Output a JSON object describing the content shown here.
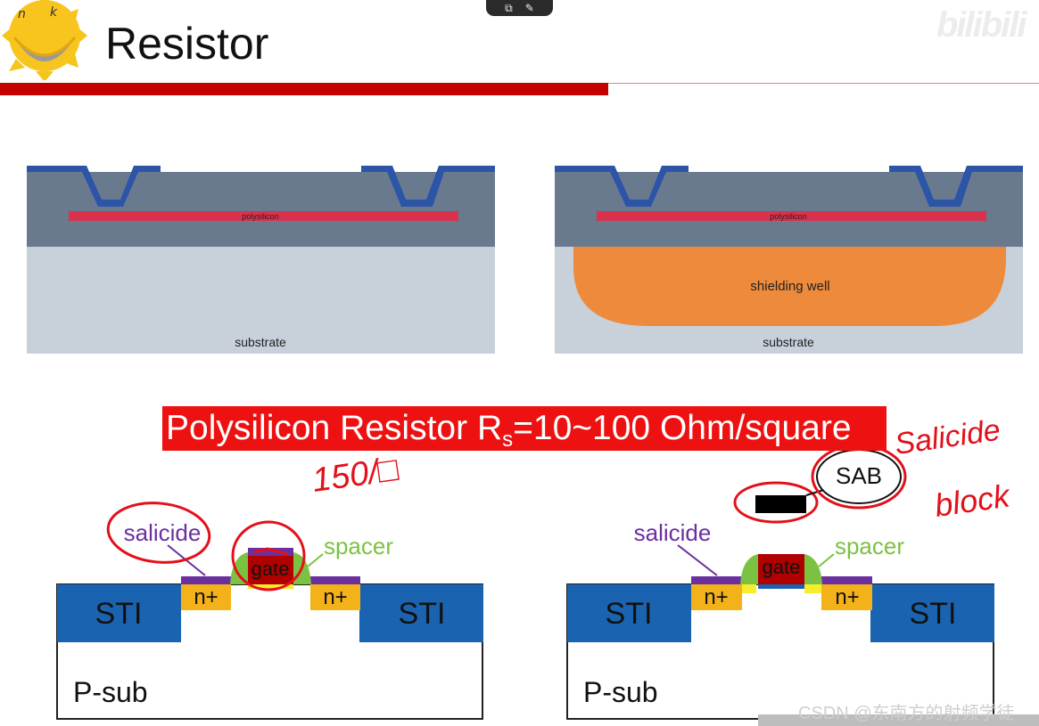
{
  "header": {
    "title": "Resistor",
    "logo_letters": [
      "n",
      "k"
    ],
    "watermark": "bilibili"
  },
  "top_diagrams": {
    "left": {
      "poly_label": "polysilicon",
      "substrate_label": "substrate"
    },
    "right": {
      "poly_label": "polysilicon",
      "well_label": "shielding well",
      "substrate_label": "substrate"
    }
  },
  "banner": {
    "prefix": "Polysilicon Resistor R",
    "subscript": "s",
    "suffix": "=10~100 Ohm/square"
  },
  "bottom_left": {
    "salicide": "salicide",
    "gate": "gate",
    "spacer": "spacer",
    "nplus_left": "n+",
    "nplus_right": "n+",
    "sti_left": "STI",
    "sti_right": "STI",
    "psub": "P-sub",
    "handwriting": "150/□"
  },
  "bottom_right": {
    "salicide": "salicide",
    "gate": "gate",
    "spacer": "spacer",
    "nplus_left": "n+",
    "nplus_right": "n+",
    "sti_left": "STI",
    "sti_right": "STI",
    "psub": "P-sub",
    "sab": "SAB",
    "handwriting_line1": "Salicide",
    "handwriting_line2": "block"
  },
  "footer": {
    "watermark": "CSDN @东南方的射频学徒"
  },
  "colors": {
    "accent_red": "#c40000",
    "banner_red": "#ee1111",
    "oxide": "#6a7a8e",
    "metal_blue": "#2c55a8",
    "poly_red": "#d8324e",
    "substrate": "#c8d1da",
    "well_orange": "#ee8a3c",
    "sti_blue": "#1a63b0",
    "nplus_yellow": "#f4b21a",
    "salicide_purple": "#6b2fa0",
    "gate_darkred": "#b00000",
    "spacer_green": "#7cc242",
    "annotation_red": "#e3101a"
  }
}
